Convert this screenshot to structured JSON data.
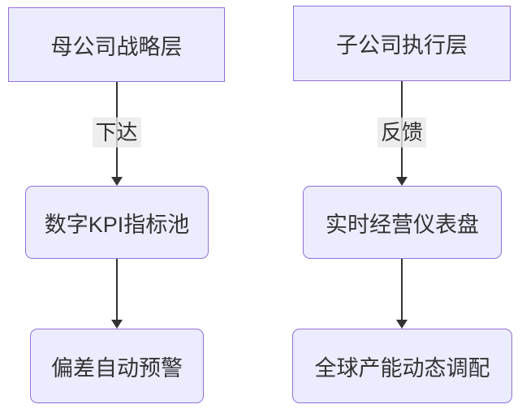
{
  "diagram": {
    "type": "flowchart",
    "direction": "top-down",
    "colors": {
      "background": "#ffffff",
      "node_fill": "#ECECFF",
      "node_border": "#9370DB",
      "edge_line": "#333333",
      "edge_label_bg": "#e8e8e8",
      "text": "#333333"
    },
    "left_chain": {
      "nodes": [
        {
          "label": "母公司战略层",
          "shape": "rect"
        },
        {
          "label": "数字KPI指标池",
          "shape": "rounded"
        },
        {
          "label": "偏差自动预警",
          "shape": "rounded"
        }
      ],
      "edge_label": "下达"
    },
    "right_chain": {
      "nodes": [
        {
          "label": "子公司执行层",
          "shape": "rect"
        },
        {
          "label": "实时经营仪表盘",
          "shape": "rounded"
        },
        {
          "label": "全球产能动态调配",
          "shape": "rounded"
        }
      ],
      "edge_label": "反馈"
    }
  }
}
